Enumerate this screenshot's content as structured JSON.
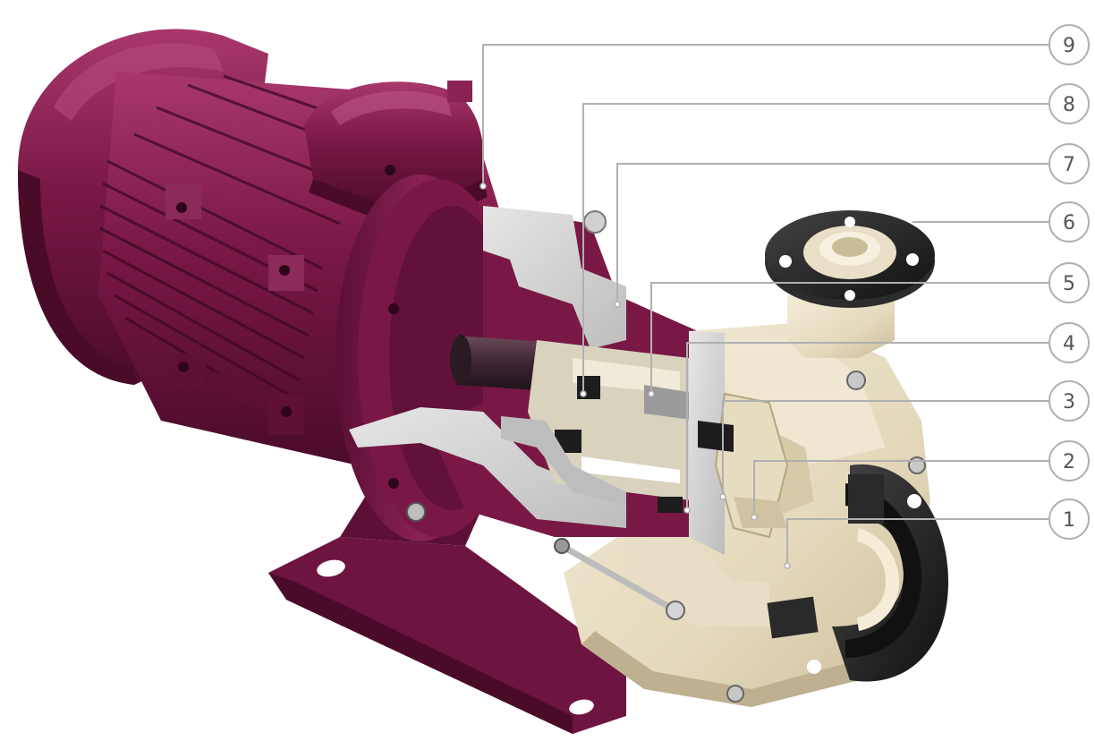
{
  "callouts": [
    {
      "number": "9"
    },
    {
      "number": "8"
    },
    {
      "number": "7"
    },
    {
      "number": "6"
    },
    {
      "number": "5"
    },
    {
      "number": "4"
    },
    {
      "number": "3"
    },
    {
      "number": "2"
    },
    {
      "number": "1"
    }
  ],
  "colors": {
    "motor_body": "#7a1845",
    "motor_dark": "#4e0c2b",
    "motor_light": "#a03566",
    "pump_casing": "#e8dfc6",
    "pump_casing_shade": "#cfc3a2",
    "cut_section": "#d9d9d9",
    "black_parts": "#222222",
    "leader_line": "#b0b0b0",
    "callout_text": "#555555"
  }
}
